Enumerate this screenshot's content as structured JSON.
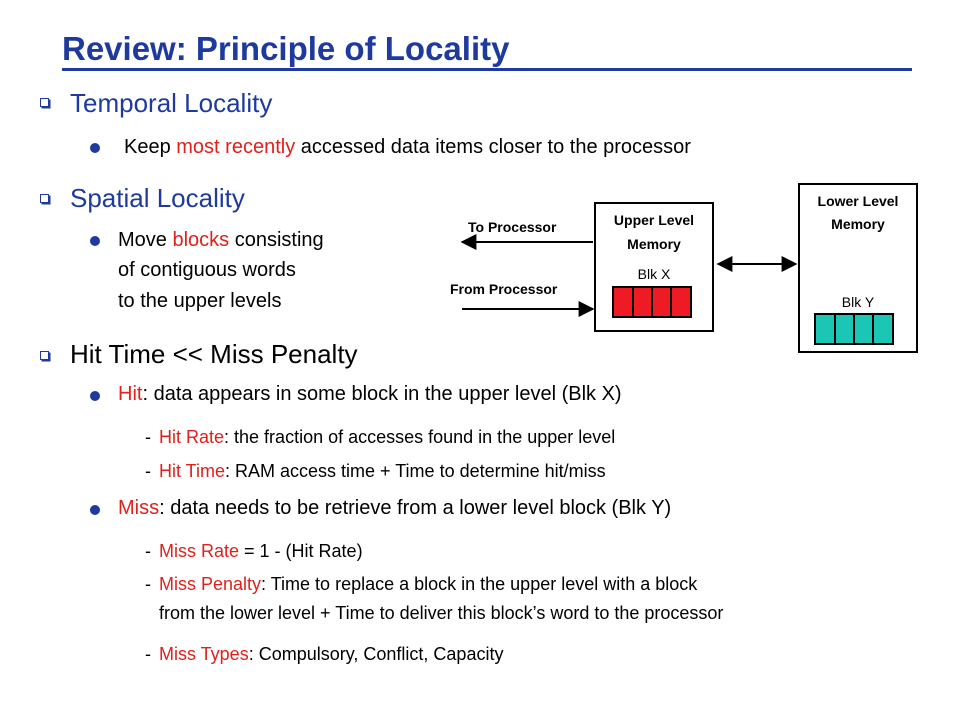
{
  "title": "Review:  Principle of Locality",
  "temporal": {
    "heading": "Temporal Locality",
    "bullet": {
      "pre": "Keep ",
      "highlight": "most recently",
      "post": " accessed data items closer to the processor"
    }
  },
  "spatial": {
    "heading": "Spatial Locality",
    "bullet": {
      "pre": "Move ",
      "highlight": "blocks",
      "line1_post": " consisting",
      "line2": "of contiguous words",
      "line3": "to the upper levels"
    }
  },
  "diagram": {
    "to_processor": "To Processor",
    "from_processor": "From Processor",
    "upper_line1": "Upper Level",
    "upper_line2": "Memory",
    "lower_line1": "Lower Level",
    "lower_line2": "Memory",
    "blk_x": "Blk X",
    "blk_y": "Blk Y",
    "colors": {
      "blk_x": "#ee1b24",
      "blk_y": "#1bc6b4"
    }
  },
  "hit_miss": {
    "heading": "Hit Time << Miss Penalty",
    "hit": {
      "term": "Hit",
      "text": ": data appears in some block in the upper level (Blk X)"
    },
    "hit_rate": {
      "term": "Hit Rate",
      "text": ": the fraction of accesses found in the upper level"
    },
    "hit_time": {
      "term": "Hit Time",
      "text": ": RAM access time + Time to determine hit/miss"
    },
    "miss": {
      "term": "Miss",
      "text": ": data needs to be retrieve from a lower level block (Blk Y)"
    },
    "miss_rate": {
      "term": "Miss Rate ",
      "text": " = 1 - (Hit Rate)"
    },
    "miss_penalty": {
      "term": "Miss Penalty",
      "text1": ": Time to replace a block in the upper level  with a block",
      "text2": "from the lower level + Time to deliver this block’s word to the processor"
    },
    "miss_types": {
      "term": "Miss Types",
      "text": ":  Compulsory, Conflict, Capacity"
    }
  },
  "dash": "-"
}
